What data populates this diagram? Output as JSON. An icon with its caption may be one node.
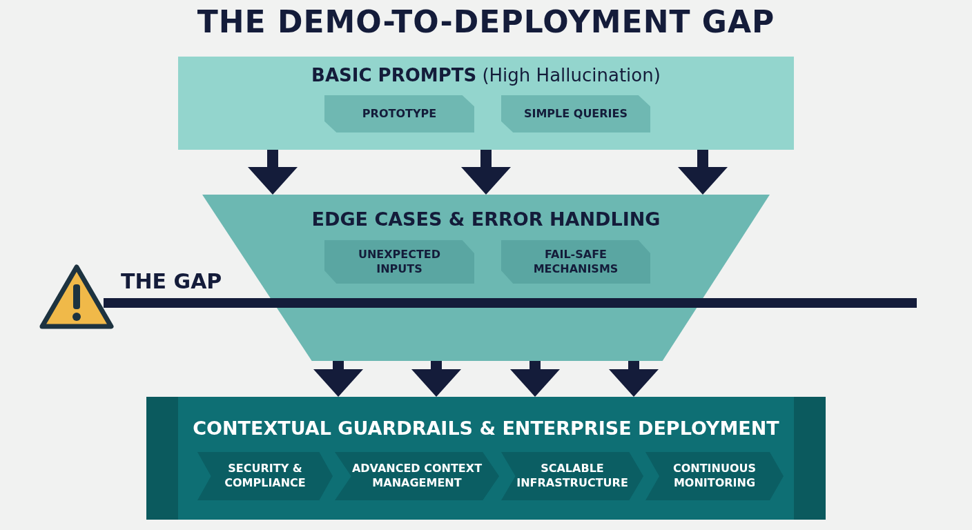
{
  "diagram": {
    "title": "THE DEMO-TO-DEPLOYMENT GAP",
    "nodes": [
      {
        "text": [
          "**BASIC PROMPTS** (High Hallucination)"
        ]
      },
      {
        "text": [
          "PROTOTYPE"
        ],
        "in": 0
      },
      {
        "text": [
          "SIMPLE QUERIES"
        ],
        "in": 0
      },
      {
        "text": [
          "EDGE CASES & ERROR HANDLING"
        ]
      },
      {
        "text": [
          "UNEXPECTED INPUTS"
        ],
        "in": 3
      },
      {
        "text": [
          "FAIL-SAFE MECHANISMS"
        ],
        "in": 3
      },
      {
        "text": [
          "CONTEXTUAL GUARDRAILS & ENTERPRISE DEPLOYMENT"
        ]
      },
      {
        "text": [
          "SECURITY & COMPLIANCE"
        ],
        "in": 6
      },
      {
        "text": [
          "ADVANCED CONTEXT MANAGEMENT"
        ],
        "in": 6
      },
      {
        "text": [
          "SCALABLE INFRASTRUCTURE"
        ],
        "in": 6
      },
      {
        "text": [
          "CONTINUOUS MONITORING"
        ],
        "in": 6
      }
    ],
    "edges": [
      {
        "from": 0,
        "to": 3,
        "arrow": "to"
      },
      {
        "from": 0,
        "to": 3,
        "arrow": "to"
      },
      {
        "from": 0,
        "to": 3,
        "arrow": "to"
      },
      {
        "from": 3,
        "to": 6,
        "arrow": "to"
      },
      {
        "from": 3,
        "to": 6,
        "arrow": "to"
      },
      {
        "from": 3,
        "to": 6,
        "arrow": "to"
      },
      {
        "from": 3,
        "to": 6,
        "arrow": "to"
      }
    ],
    "labels": [
      "THE GAP"
    ]
  }
}
